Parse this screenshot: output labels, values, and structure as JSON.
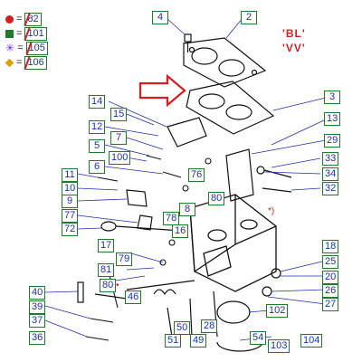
{
  "variant": {
    "line1": "'BL'",
    "line2": "'VV'"
  },
  "legend": [
    {
      "color": "#d21f1f",
      "code": "82"
    },
    {
      "color": "#1f7a2c",
      "code": "101"
    },
    {
      "color": "#7a2cc8",
      "code": "105"
    },
    {
      "color": "#d8a000",
      "code": "106"
    }
  ],
  "callouts": [
    "4",
    "2",
    "3",
    "14",
    "15",
    "12",
    "13",
    "7",
    "5",
    "29",
    "100",
    "6",
    "33",
    "34",
    "32",
    "11",
    "10",
    "9",
    "77",
    "72",
    "76",
    "80",
    "78",
    "8",
    "16",
    "17",
    "79",
    "81",
    "80",
    "46",
    "40",
    "39",
    "37",
    "36",
    "50",
    "51",
    "49",
    "28",
    "54",
    "102",
    "103",
    "104",
    "20",
    "25",
    "26",
    "27",
    "18"
  ],
  "symbols": {
    "equals": "=",
    "bullet": "•",
    "asterisk": "*)"
  }
}
